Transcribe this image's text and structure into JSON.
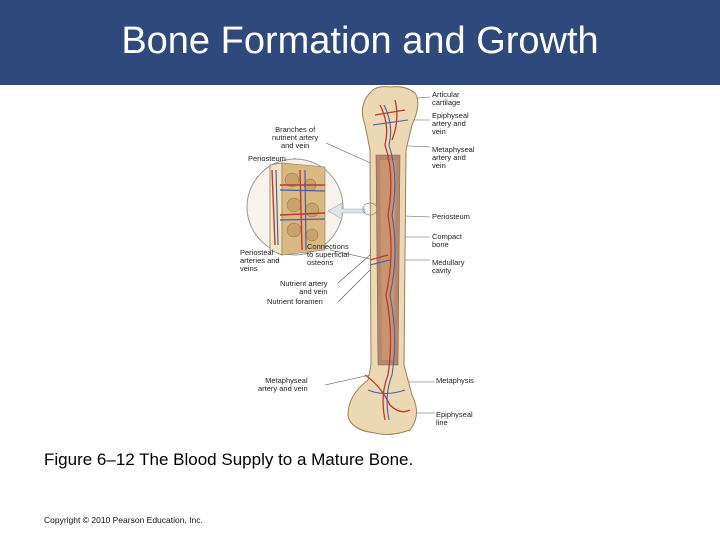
{
  "slide": {
    "title": "Bone Formation and Growth",
    "caption": "Figure 6–12 The Blood Supply to a Mature Bone.",
    "copyright": "Copyright © 2010 Pearson Education, Inc.",
    "header_color": "#2e4a7d"
  },
  "figure": {
    "labels_right": {
      "articular_cartilage": "Articular\ncartilage",
      "epiphyseal_artery_vein": "Epiphyseal\nartery and\nvein",
      "metaphyseal_artery_vein": "Metaphyseal\nartery and\nvein",
      "periosteum": "Periosteum",
      "compact_bone": "Compact\nbone",
      "medullary_cavity": "Medullary\ncavity",
      "metaphysis": "Metaphysis",
      "epiphyseal_line": "Epiphyseal\nline"
    },
    "labels_left": {
      "branches_nutrient": "Branches of\nnutrient artery\nand vein",
      "periosteum": "Periosteum",
      "periosteal_arteries": "Periosteal\narteries and\nveins",
      "connections_osteons": "Connections\nto superficial\nosteons",
      "nutrient_artery_vein": "Nutrient artery\nand vein",
      "nutrient_foramen": "Nutrient foramen",
      "metaphyseal_artery_vein": "Metaphyseal\nartery and vein"
    }
  }
}
